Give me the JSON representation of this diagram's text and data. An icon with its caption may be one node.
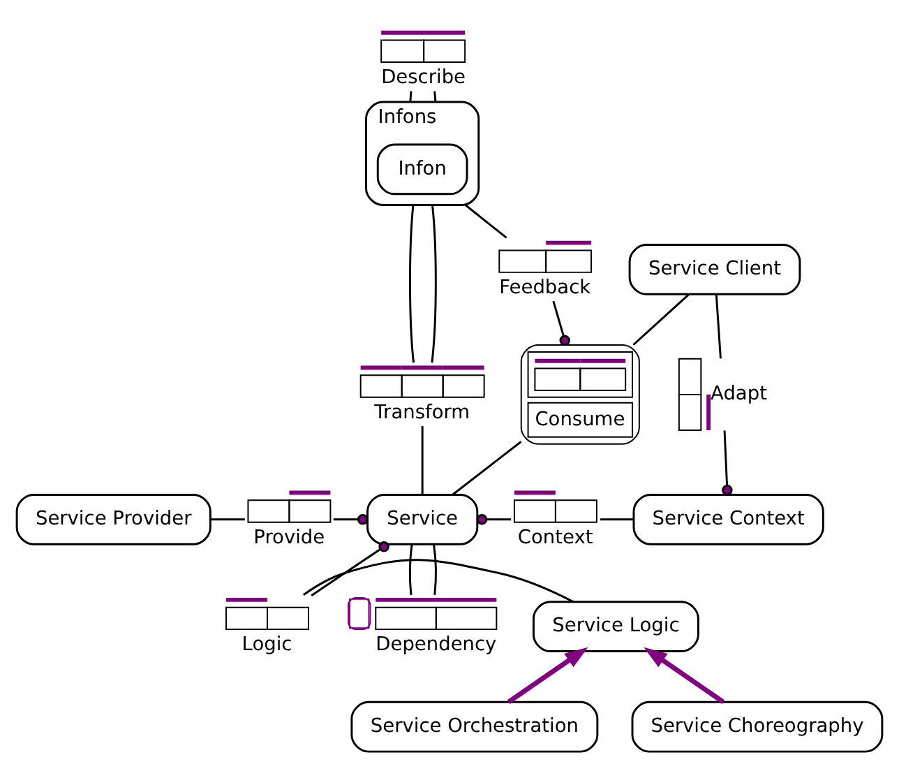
{
  "diagram": {
    "nodes": [
      {
        "text": [
          "Describe"
        ]
      },
      {
        "text": [
          "Infons"
        ]
      },
      {
        "text": [
          "Infon"
        ],
        "in": 1
      },
      {
        "text": [
          "Feedback"
        ]
      },
      {
        "text": [
          "Service Client"
        ]
      },
      {
        "text": [
          "Consume"
        ]
      },
      {
        "text": [
          "Adapt"
        ]
      },
      {
        "text": [
          "Transform"
        ]
      },
      {
        "text": [
          "Service Provider"
        ]
      },
      {
        "text": [
          "Provide"
        ]
      },
      {
        "text": [
          "Service"
        ]
      },
      {
        "text": [
          "Context"
        ]
      },
      {
        "text": [
          "Service Context"
        ]
      },
      {
        "text": [
          "Dependency"
        ]
      },
      {
        "text": [
          "Logic"
        ]
      },
      {
        "text": [
          "Service Logic"
        ]
      },
      {
        "text": [
          "Service Orchestration"
        ]
      },
      {
        "text": [
          "Service Choreography"
        ]
      }
    ],
    "edges": [
      {
        "from": 0,
        "to": 1,
        "arrow": "none"
      },
      {
        "from": 0,
        "to": 1,
        "arrow": "none"
      },
      {
        "from": 1,
        "to": 3,
        "arrow": "none"
      },
      {
        "from": 3,
        "to": 5,
        "arrow": "other"
      },
      {
        "from": 4,
        "to": 5,
        "arrow": "none"
      },
      {
        "from": 5,
        "to": 10,
        "arrow": "none"
      },
      {
        "from": 4,
        "to": 6,
        "arrow": "none"
      },
      {
        "from": 6,
        "to": 12,
        "arrow": "other"
      },
      {
        "from": 1,
        "to": 7,
        "arrow": "none"
      },
      {
        "from": 1,
        "to": 7,
        "arrow": "none"
      },
      {
        "from": 7,
        "to": 10,
        "arrow": "none"
      },
      {
        "from": 8,
        "to": 9,
        "arrow": "none"
      },
      {
        "from": 9,
        "to": 10,
        "arrow": "other"
      },
      {
        "from": 11,
        "to": 10,
        "arrow": "other"
      },
      {
        "from": 11,
        "to": 12,
        "arrow": "none"
      },
      {
        "from": 10,
        "to": 13,
        "arrow": "none"
      },
      {
        "from": 10,
        "to": 13,
        "arrow": "none"
      },
      {
        "from": 14,
        "to": 10,
        "arrow": "other"
      },
      {
        "from": 14,
        "to": 15,
        "arrow": "none"
      },
      {
        "from": 16,
        "to": 15,
        "arrow": "to",
        "style": "thick",
        "color": "#800080"
      },
      {
        "from": 17,
        "to": 15,
        "arrow": "to",
        "style": "thick",
        "color": "#800080"
      }
    ]
  }
}
